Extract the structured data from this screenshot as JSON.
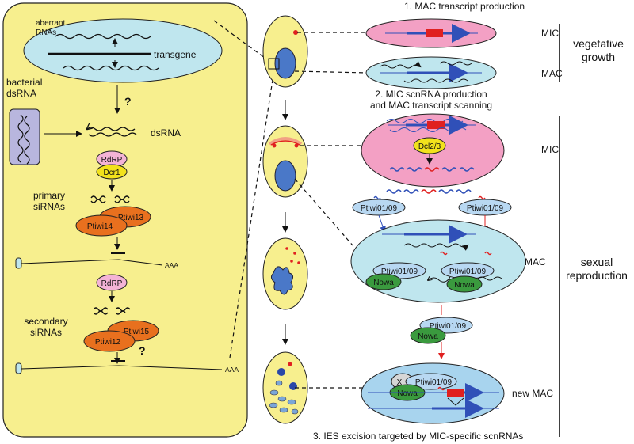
{
  "left_panel": {
    "aberrant_rnas": "aberrant\nRNAs",
    "transgene": "transgene",
    "question": "?",
    "bacterial_dsrna": "bacterial\ndsRNA",
    "dsrna": "dsRNA",
    "rdrp": "RdRP",
    "dcr1": "Dcr1",
    "primary_sirnas": "primary\nsiRNAs",
    "ptiwi13": "Ptiwi13",
    "ptiwi14": "Ptiwi14",
    "aaa": "AAA",
    "secondary_sirnas": "secondary\nsiRNAs",
    "ptiwi15": "Ptiwi15",
    "ptiwi12": "Ptiwi12"
  },
  "right_panel": {
    "step1": "1. MAC transcript production",
    "step2": "2. MIC scnRNA production\nand MAC transcript scanning",
    "step3": "3. IES excision targeted by MIC-specific scnRNAs",
    "mic": "MIC",
    "mac": "MAC",
    "new_mac": "new MAC",
    "dcl23": "Dcl2/3",
    "ptiwi0109": "Ptiwi01/09",
    "nowa": "Nowa",
    "x": "X",
    "vegetative_growth": "vegetative\ngrowth",
    "sexual_reproduction": "sexual\nreproduction"
  },
  "colors": {
    "cell_yellow": "#f7ef8e",
    "mic_pink": "#f3a0c4",
    "mac_cyan": "#bfe6ee",
    "new_mac_blue": "#a8d4ee",
    "nucleus_blue": "#4a78c8",
    "dsrna_box": "#b8b6de",
    "rdrp_pink": "#f4b3d6",
    "dcr_yellow": "#f2e21c",
    "ptiwi_orange": "#e8701e",
    "nowa_green": "#3a9a3e",
    "ptiwi0109_blue": "#b8d8f2",
    "arrow_blue": "#3050b8",
    "red": "#e02020"
  }
}
